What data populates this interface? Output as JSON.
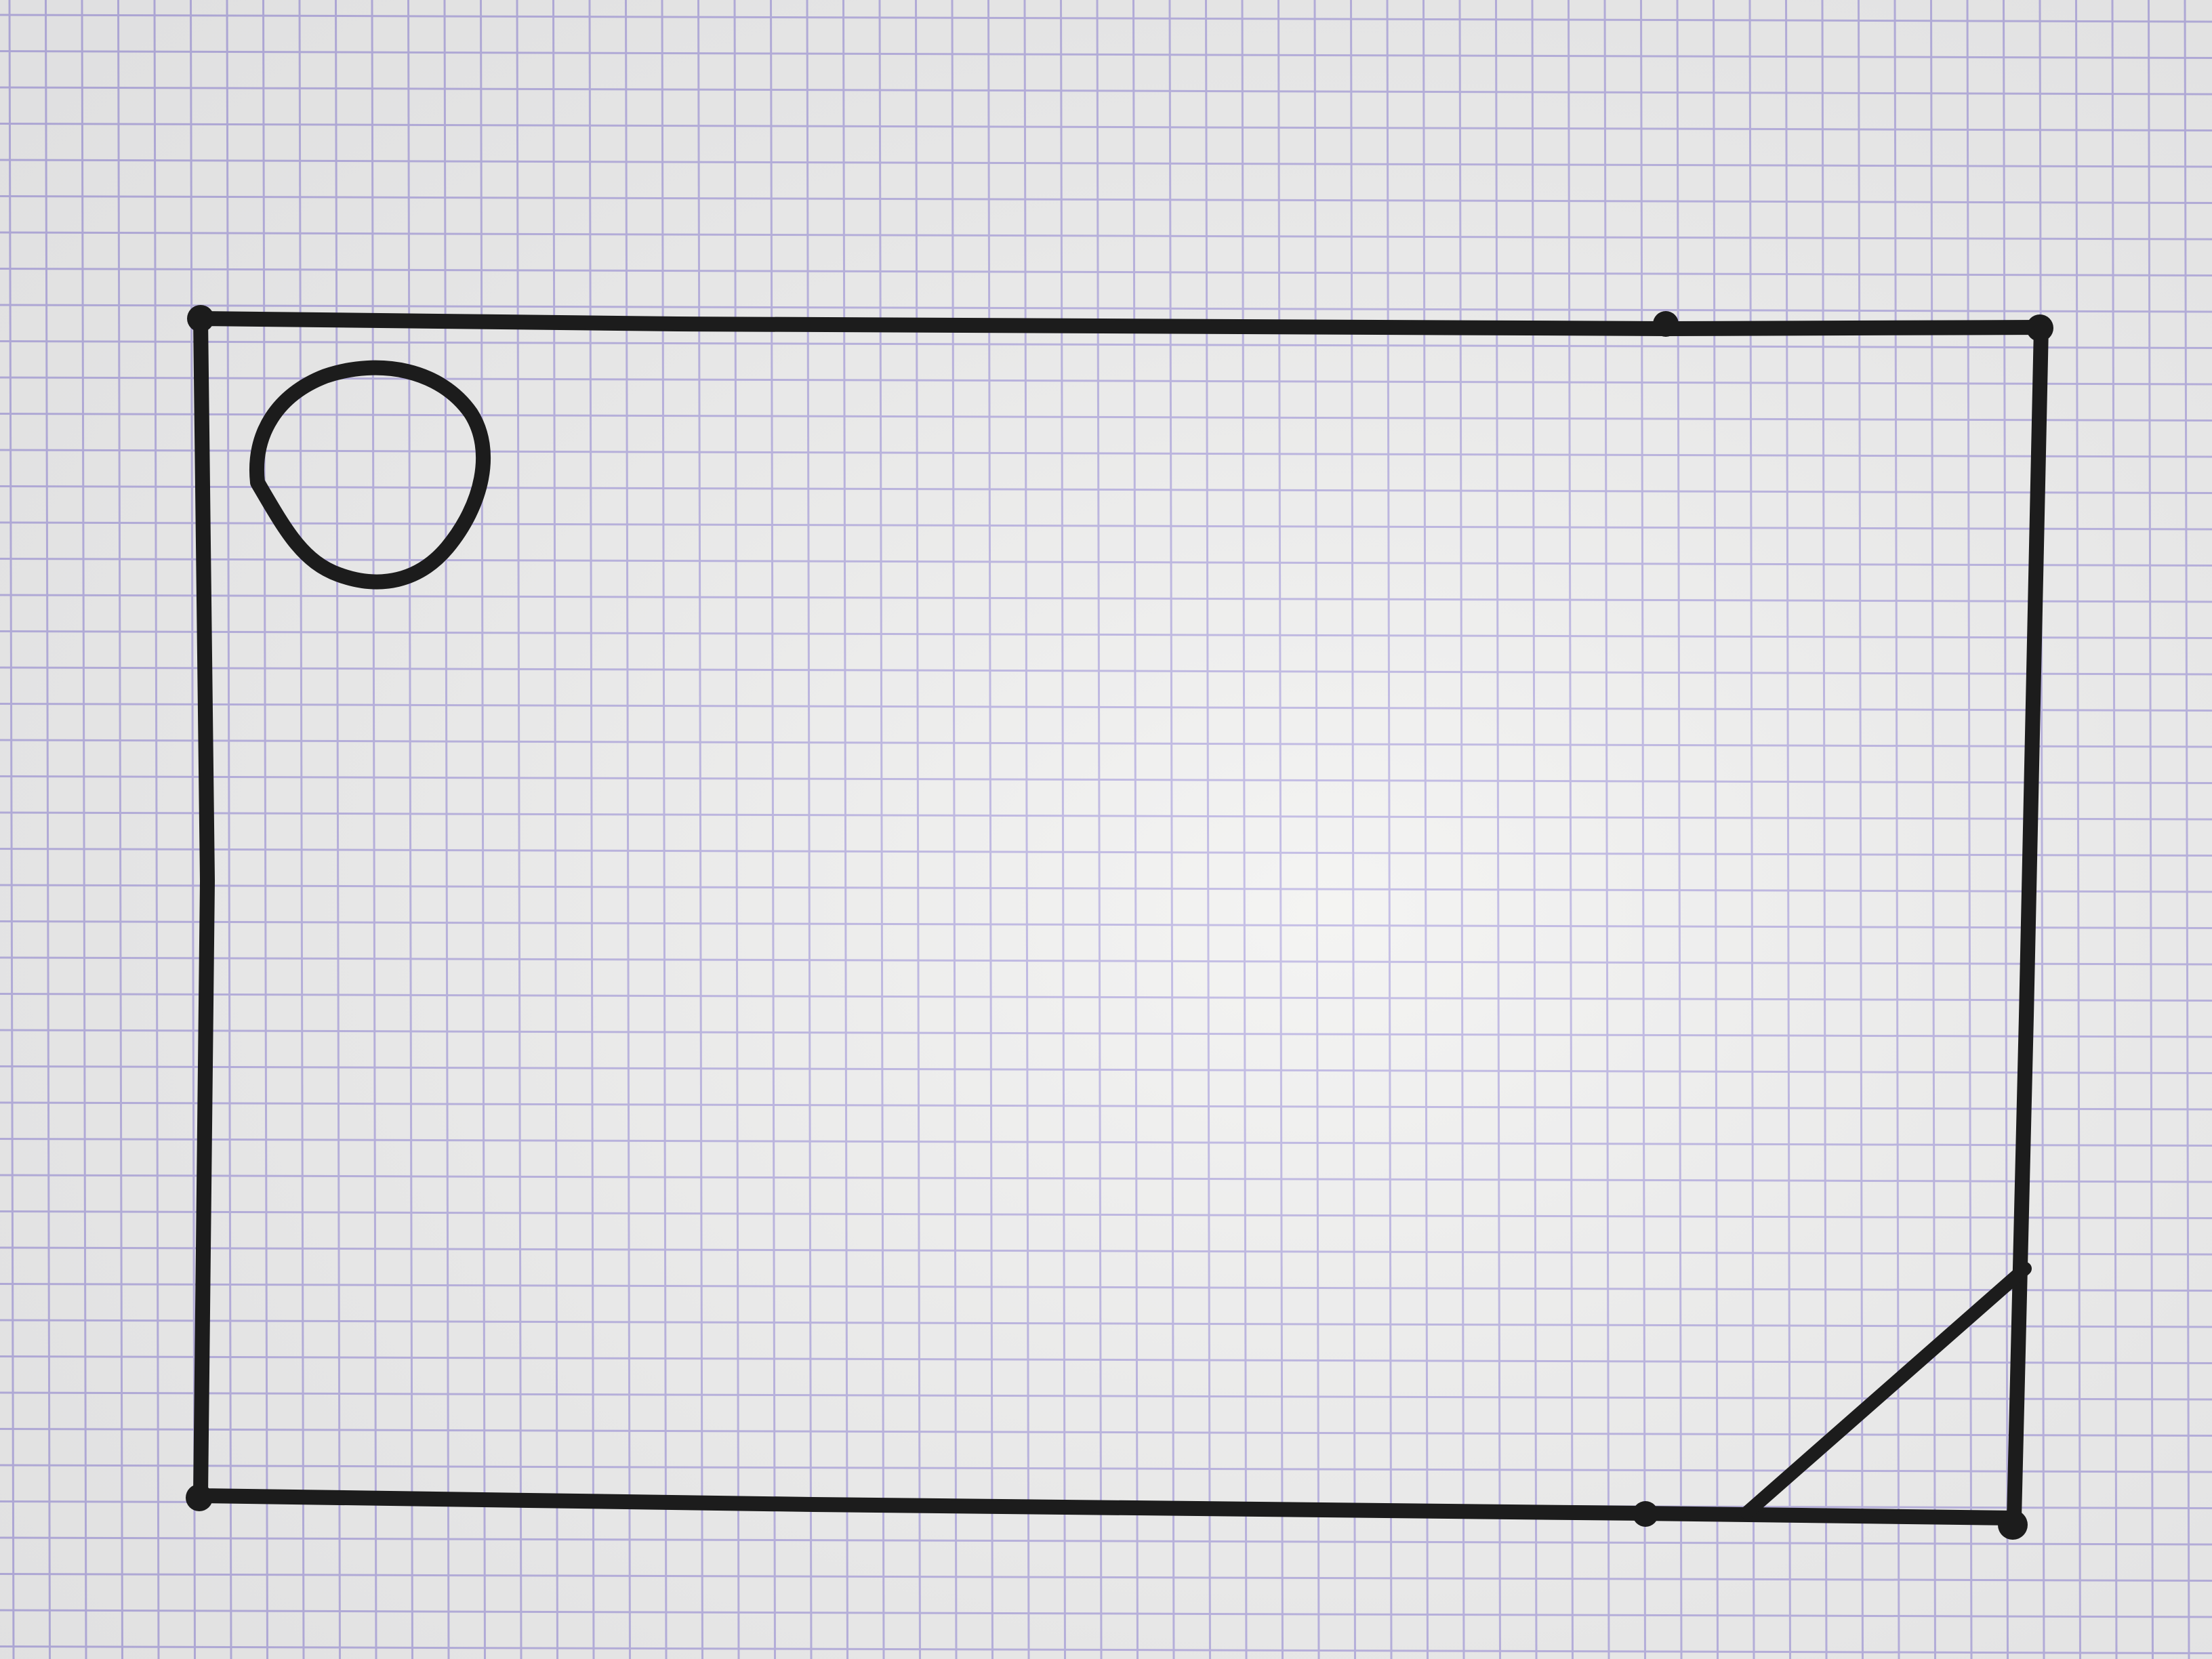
{
  "paper": {
    "color": "#eeeeec",
    "grid_color": "#9c92d6",
    "grid": true
  },
  "ink_color": "#1c1c1c",
  "drawing": {
    "shapes": [
      "rectangle-outline",
      "circle",
      "diagonal-corner-line",
      "corner-dots",
      "edge-dots"
    ]
  }
}
